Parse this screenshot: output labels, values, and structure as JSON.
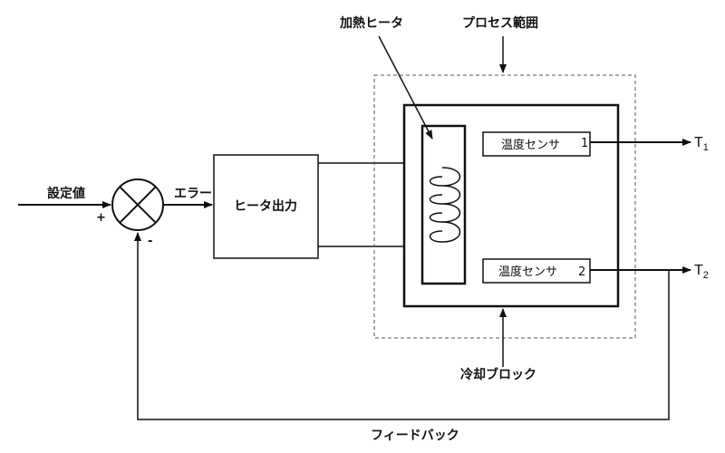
{
  "labels": {
    "setpoint": "設定値",
    "plus": "+",
    "minus": "-",
    "error": "エラー",
    "heater_output": "ヒータ出力",
    "heating_heater": "加熱ヒータ",
    "process_range": "プロセス範囲",
    "temp_sensor_1": "温度センサ",
    "sensor_1_num": "1",
    "temp_sensor_2": "温度センサ",
    "sensor_2_num": "2",
    "t_main": "T",
    "t1_sub": "1",
    "t2_sub": "2",
    "cooling_block": "冷却ブロック",
    "feedback": "フィードバック"
  }
}
